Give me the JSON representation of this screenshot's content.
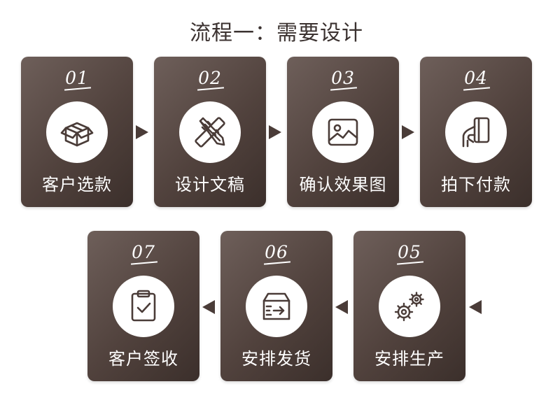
{
  "title": "流程一：需要设计",
  "steps": [
    {
      "num": "01",
      "label": "客户选款",
      "icon": "box-icon"
    },
    {
      "num": "02",
      "label": "设计文稿",
      "icon": "ruler-pencil-icon"
    },
    {
      "num": "03",
      "label": "确认效果图",
      "icon": "image-icon"
    },
    {
      "num": "04",
      "label": "拍下付款",
      "icon": "card-payment-icon"
    },
    {
      "num": "05",
      "label": "安排生产",
      "icon": "gears-icon"
    },
    {
      "num": "06",
      "label": "安排发货",
      "icon": "shipping-box-icon"
    },
    {
      "num": "07",
      "label": "客户签收",
      "icon": "clipboard-check-icon"
    }
  ],
  "colors": {
    "card": "#51423d",
    "arrow": "#4a3c38",
    "title": "#3b3230"
  }
}
